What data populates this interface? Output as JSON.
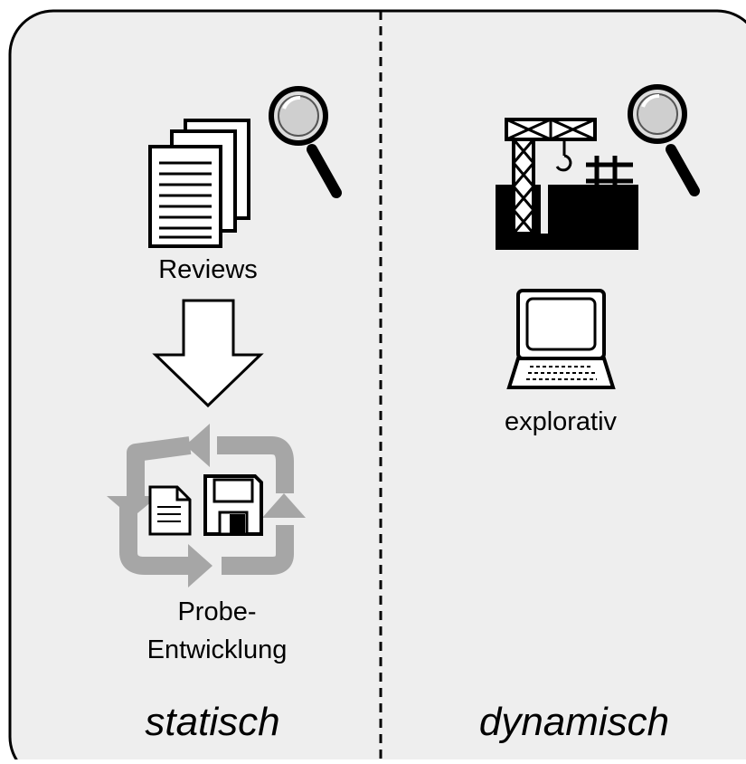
{
  "left_panel": {
    "reviews_label": "Reviews",
    "probe_line1": "Probe-",
    "probe_line2": "Entwicklung",
    "footer_label": "statisch"
  },
  "right_panel": {
    "explorativ_label": "explorativ",
    "footer_label": "dynamisch"
  },
  "colors": {
    "background": "#eeeeee",
    "stroke": "#000000",
    "cycle_arrows": "#a6a6a6",
    "panel_fill": "#ffffff"
  },
  "icons": [
    "documents-icon",
    "magnifier-icon",
    "down-arrow-icon",
    "cycle-arrows-icon",
    "document-icon",
    "floppy-disk-icon",
    "construction-site-icon",
    "computer-terminal-icon"
  ]
}
